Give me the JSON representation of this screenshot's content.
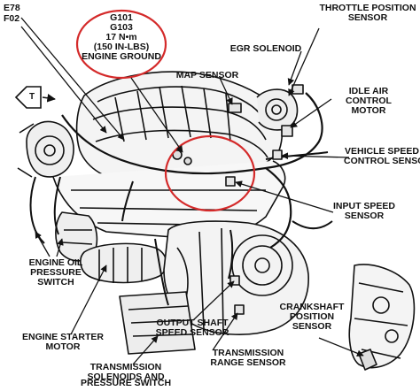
{
  "labels": {
    "e78": "E78",
    "f02": "F02",
    "ground": [
      "G101",
      "G103",
      "17 N•m",
      "(150 IN-LBS)",
      "ENGINE GROUND"
    ],
    "throttle": [
      "THROTTLE POSITION",
      "SENSOR"
    ],
    "egr": "EGR SOLENOID",
    "map": "MAP SENSOR",
    "iac": [
      "IDLE AIR",
      "CONTROL",
      "MOTOR"
    ],
    "vss": [
      "VEHICLE SPEED",
      "CONTROL SENSOR"
    ],
    "input_speed": [
      "INPUT SPEED",
      "SENSOR"
    ],
    "oil": [
      "ENGINE OIL",
      "PRESSURE",
      "SWITCH"
    ],
    "starter": [
      "ENGINE STARTER",
      "MOTOR"
    ],
    "output_speed": [
      "OUTPUT SHAFT",
      "SPEED SENSOR"
    ],
    "crank": [
      "CRANKSHAFT",
      "POSITION",
      "SENSOR"
    ],
    "trans_range": [
      "TRANSMISSION",
      "RANGE SENSOR"
    ],
    "trans_sol": [
      "TRANSMISSION",
      "SOLENOIDS AND",
      "PRESSURE SWITCH"
    ],
    "direction_mark": "T"
  },
  "colors": {
    "ink": "#111111",
    "highlight_circle": "#d42a2a",
    "background": "#ffffff"
  }
}
